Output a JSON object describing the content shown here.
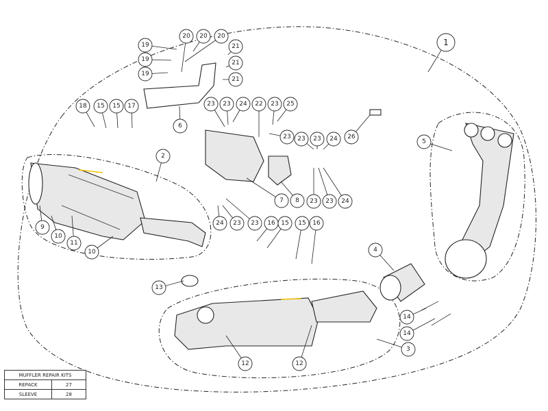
{
  "diagram": {
    "callouts": [
      "1",
      "19",
      "19",
      "19",
      "20",
      "20",
      "20",
      "21",
      "21",
      "21",
      "6",
      "18",
      "15",
      "15",
      "17",
      "23",
      "23",
      "24",
      "22",
      "23",
      "25",
      "23",
      "26",
      "23",
      "23",
      "24",
      "5",
      "2",
      "7",
      "8",
      "23",
      "23",
      "24",
      "9",
      "10",
      "11",
      "10",
      "24",
      "23",
      "23",
      "16",
      "15",
      "15",
      "16",
      "4",
      "13",
      "14",
      "14",
      "3",
      "12",
      "12"
    ]
  },
  "repair_kits": {
    "title": "MUFFLER REPAIR KITS",
    "rows": [
      {
        "name": "REPACK",
        "part": "27"
      },
      {
        "name": "SLEEVE",
        "part": "28"
      }
    ]
  },
  "colors": {
    "line": "#222222",
    "highlight": "#f2c200"
  }
}
